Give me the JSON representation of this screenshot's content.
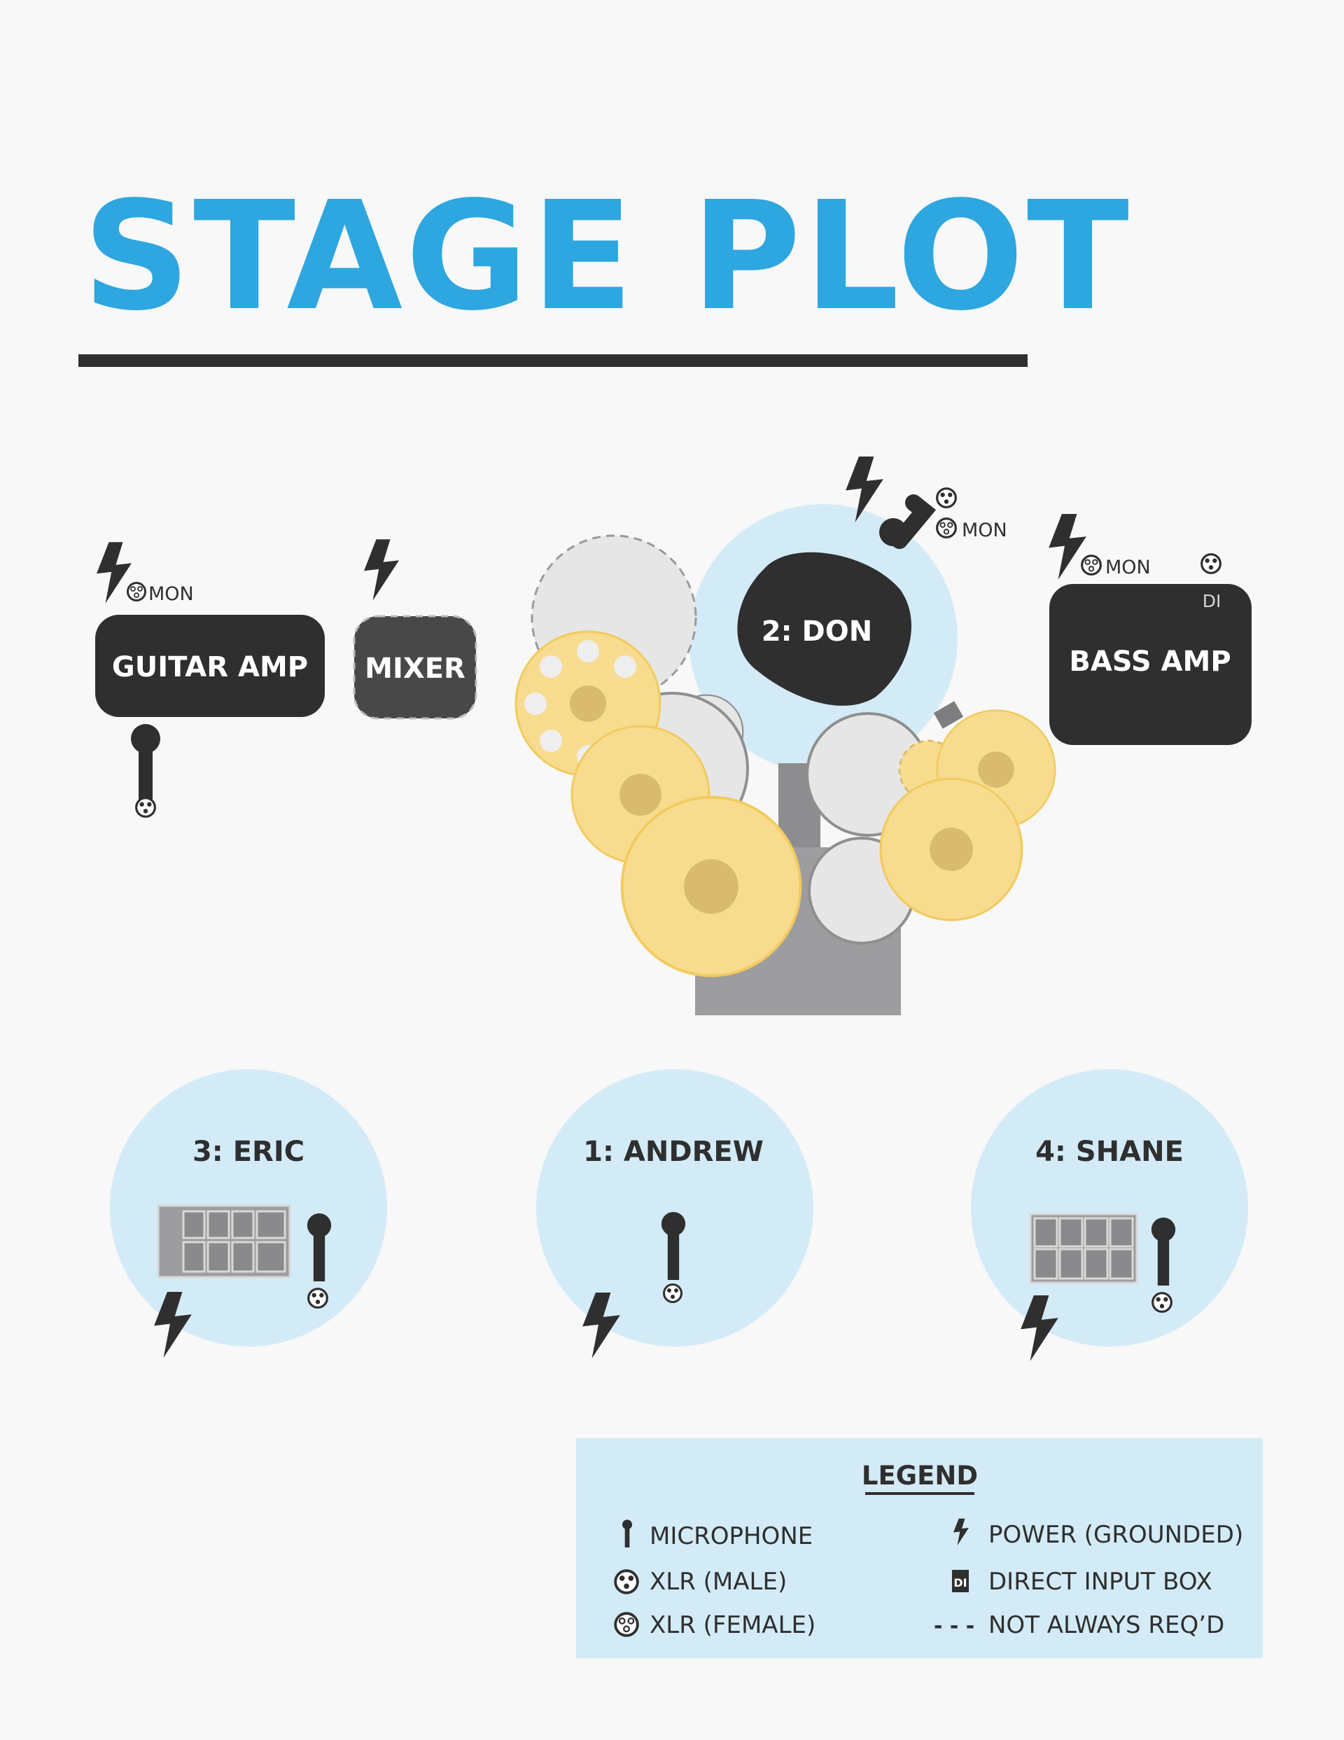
{
  "title": "STAGE PLOT",
  "colors": {
    "title_blue": "#2ea6e0",
    "dark": "#2f2f30",
    "light_blue": "#d3ebf6",
    "cymbal": "#f7dc8f",
    "cymbal_center": "#d9bb6e",
    "drum": "#e6e6e6",
    "drum_edge": "#8f8f8f",
    "hardware": "#9d9d9f"
  },
  "stage": {
    "guitar_amp": {
      "label": "GUITAR AMP",
      "mon_label": "MON"
    },
    "mixer": {
      "label": "MIXER"
    },
    "bass_amp": {
      "label": "BASS AMP",
      "di_label": "DI",
      "mon_label": "MON"
    },
    "drummer": {
      "label": "2: DON",
      "mon_label": "MON"
    },
    "eric": {
      "label": "3: ERIC"
    },
    "andrew": {
      "label": "1: ANDREW"
    },
    "shane": {
      "label": "4: SHANE"
    }
  },
  "legend": {
    "title": "LEGEND",
    "microphone": "MICROPHONE",
    "xlr_male": "XLR (MALE)",
    "xlr_female": "XLR (FEMALE)",
    "power": "POWER (GROUNDED)",
    "di_icon": "DI",
    "di": "DIRECT INPUT BOX",
    "dash_icon": "- - -",
    "not_required": "NOT ALWAYS REQ’D"
  }
}
